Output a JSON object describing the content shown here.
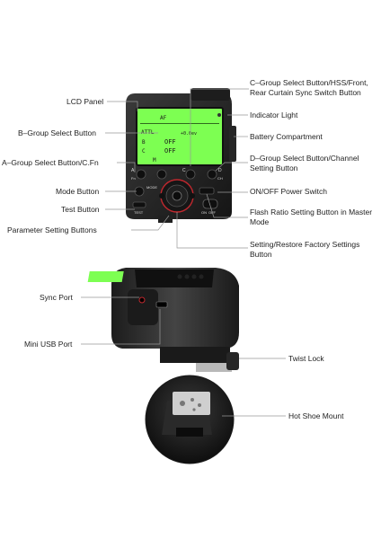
{
  "labels": {
    "lcd_panel": "LCD Panel",
    "b_group": "B–Group Select Button",
    "a_group": "A–Group Select Button/C.Fn",
    "mode_button": "Mode Button",
    "test_button": "Test Button",
    "parameter_setting": "Parameter Setting Buttons",
    "c_group_line1": "C–Group Select Button/HSS/Front,",
    "c_group_line2": "Rear Curtain Sync Switch Button",
    "indicator_light": "Indicator Light",
    "battery": "Battery Compartment",
    "d_group_line1": "D–Group Select Button/Channel",
    "d_group_line2": "Setting Button",
    "on_off": "ON/OFF Power Switch",
    "flash_ratio_line1": "Flash Ratio Setting Button in Master",
    "flash_ratio_line2": "Mode",
    "setting_restore_line1": "Setting/Restore Factory Settings",
    "setting_restore_line2": "Button",
    "sync_port": "Sync Port",
    "mini_usb": "Mini USB Port",
    "twist_lock": "Twist Lock",
    "hot_shoe": "Hot Shoe Mount"
  },
  "lcd": {
    "af": "AF",
    "ettl": "ATTL",
    "ev": "+0.0ev",
    "row_b": "B",
    "row_c": "C",
    "off1": "OFF",
    "off2": "OFF",
    "m": "M"
  },
  "device": {
    "mode_key": "MODE",
    "test_key": "TEST",
    "a_key": "A",
    "fn_key": "Fn",
    "d_key": "D",
    "ch_key": "CH",
    "c_key": "C",
    "on_label": "ON",
    "off_label": "OFF"
  },
  "colors": {
    "lcd_green": "#7dff52",
    "body_dark": "#2a2a2a",
    "accent_red": "#c0282e"
  }
}
